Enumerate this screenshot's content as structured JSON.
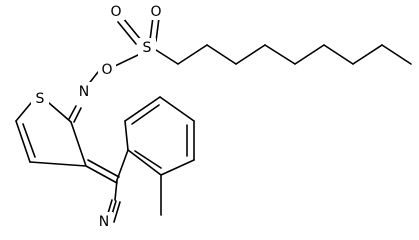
{
  "molecule": {
    "atoms": {
      "s_ring": "S",
      "n_imine": "N",
      "o_link": "O",
      "s_sulfonyl": "S",
      "o_sulfonyl_a": "O",
      "o_sulfonyl_b": "O",
      "n_nitrile": "N"
    }
  },
  "colors": {
    "ink": "#000000",
    "background": "#ffffff"
  }
}
